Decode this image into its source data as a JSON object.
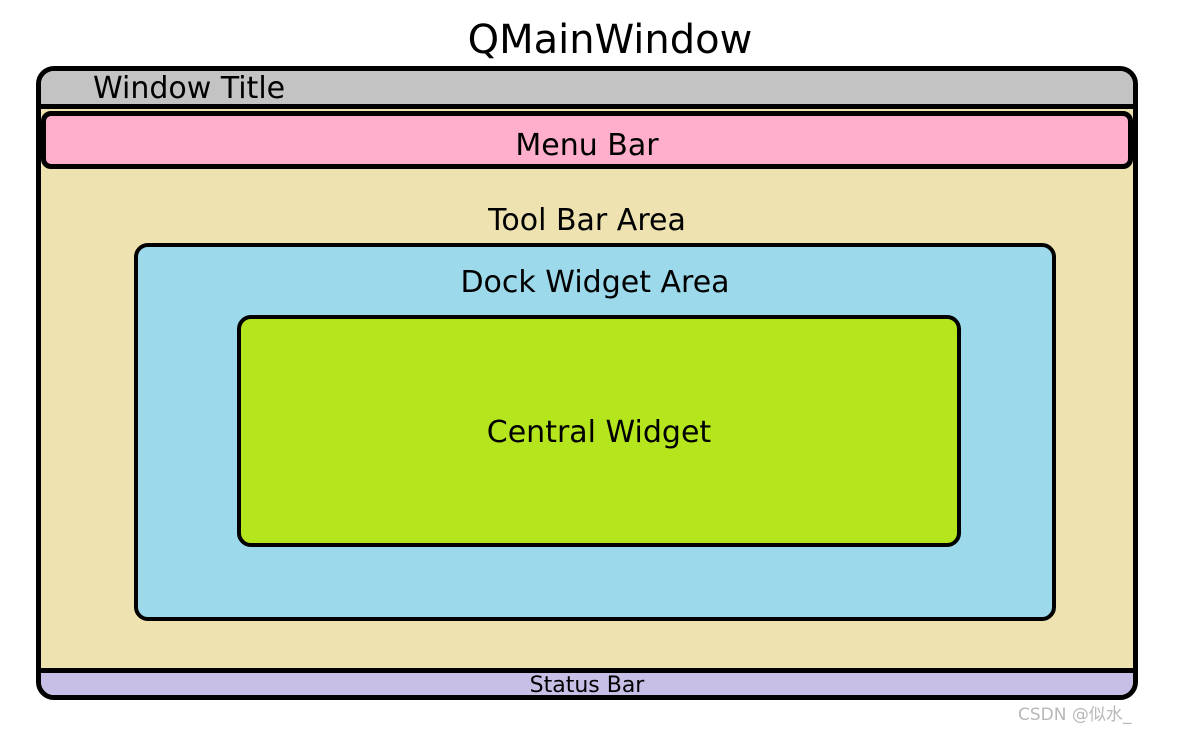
{
  "title": "QMainWindow",
  "regions": {
    "window_title": "Window Title",
    "menu_bar": "Menu Bar",
    "tool_bar_area": "Tool Bar Area",
    "dock_widget_area": "Dock Widget Area",
    "central_widget": "Central Widget",
    "status_bar": "Status Bar"
  },
  "watermark": "CSDN @似水_",
  "colors": {
    "window_title": "#c3c3c3",
    "menu_bar": "#ffafcb",
    "tool_bar_area": "#ede2b0",
    "dock_widget_area": "#9cd9ea",
    "central_widget": "#b5e61d",
    "status_bar": "#c8bfe7"
  }
}
